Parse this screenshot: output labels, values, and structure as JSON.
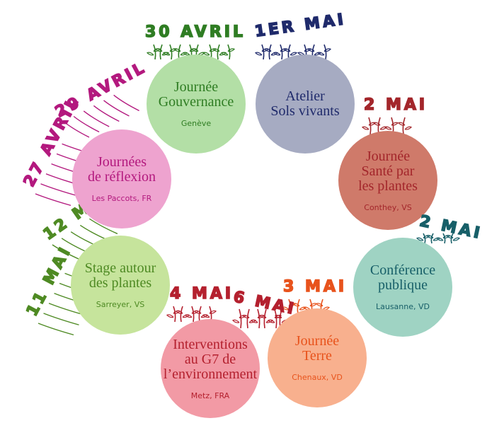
{
  "events": [
    {
      "id": "gouvernance",
      "title": "Journée\nGouvernance",
      "place": "Genève",
      "fill": "#b3dfa6",
      "text_color": "#2f7d23",
      "dates": [
        "30 AVRIL"
      ]
    },
    {
      "id": "sols",
      "title": "Atelier\nSols vivants",
      "place": "",
      "fill": "#a6abc2",
      "text_color": "#1f2a6b",
      "dates": [
        "1ER MAI"
      ]
    },
    {
      "id": "sante",
      "title": "Journée\nSanté par\nles plantes",
      "place": "Conthey, VS",
      "fill": "#cf7a6a",
      "text_color": "#a3262b",
      "dates": [
        "2 MAI"
      ]
    },
    {
      "id": "conference",
      "title": "Conférence\npublique",
      "place": "Lausanne, VD",
      "fill": "#9fd3c3",
      "text_color": "#175f68",
      "dates": [
        "2 MAI"
      ]
    },
    {
      "id": "terre",
      "title": "Journée\nTerre",
      "place": "Chenaux, VD",
      "fill": "#f8b08e",
      "text_color": "#e8531c",
      "dates": [
        "3 MAI"
      ]
    },
    {
      "id": "g7",
      "title": "Interventions\nau G7 de\nl’environnement",
      "place": "Metz, FRA",
      "fill": "#f29aa5",
      "text_color": "#b4202e",
      "dates": [
        "4 MAI",
        "6 MAI"
      ]
    },
    {
      "id": "stage",
      "title": "Stage autour\ndes plantes",
      "place": "Sarreyer, VS",
      "fill": "#c6e49c",
      "text_color": "#4e8a23",
      "dates": [
        "12 MAI",
        "11 MAI"
      ]
    },
    {
      "id": "reflexion",
      "title": "Journées\nde réflexion",
      "place": "Les Paccots, FR",
      "fill": "#eea3cf",
      "text_color": "#b3197e",
      "dates": [
        "29 AVRIL",
        "27 AVRIL"
      ]
    }
  ]
}
